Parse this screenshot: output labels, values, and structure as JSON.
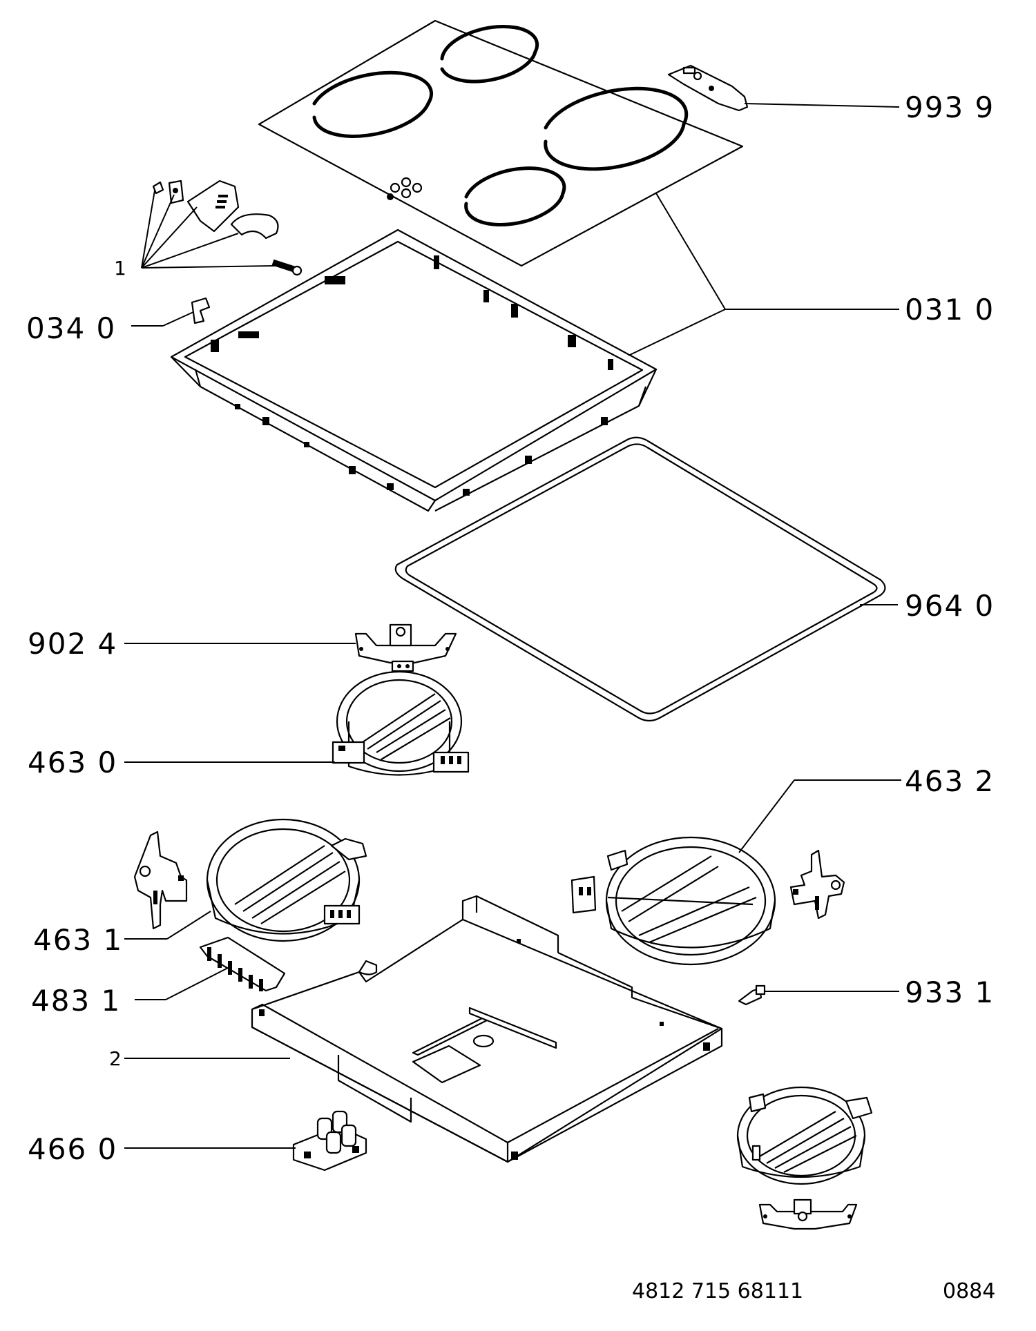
{
  "callouts": {
    "p9939": "993  9",
    "p0310": "031  0",
    "p0340": "034  0",
    "p1": "1",
    "p9640": "964  0",
    "p9024": "902  4",
    "p4630": "463  0",
    "p4632": "463  2",
    "p4631": "463  1",
    "p4831": "483  1",
    "p9331": "933  1",
    "p2": "2",
    "p4660": "466  0"
  },
  "footer": {
    "drawing_number": "4812  715  68111",
    "code": "0884"
  }
}
